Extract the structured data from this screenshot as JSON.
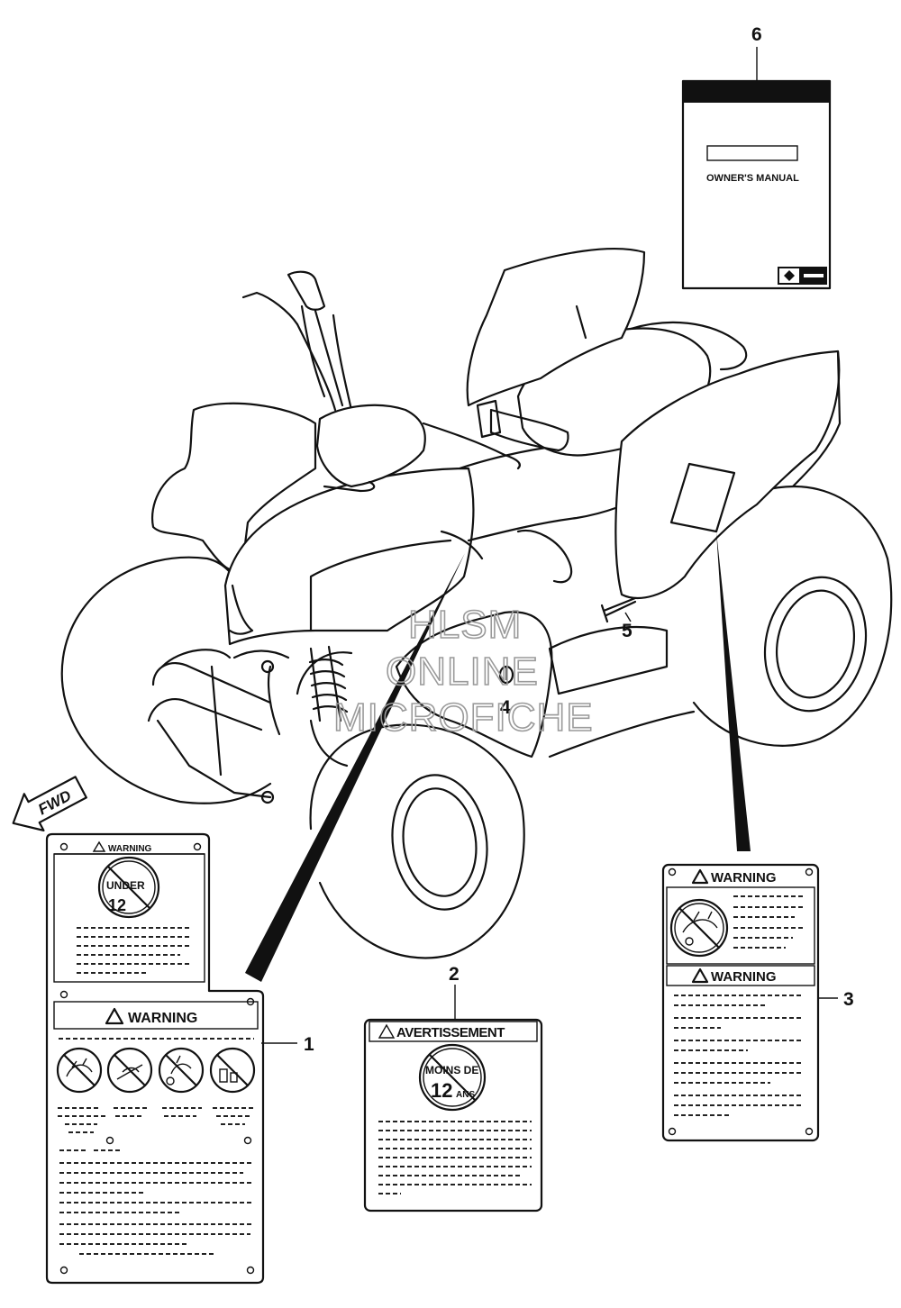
{
  "callouts": [
    "1",
    "2",
    "3",
    "4",
    "5",
    "6"
  ],
  "fwd_label": "FWD",
  "manual": {
    "title": "OWNER'S MANUAL",
    "brand_mark": "suzuki-logo"
  },
  "label1": {
    "upper_heading": "WARNING",
    "badge_line1": "UNDER",
    "badge_line2": "12",
    "lower_heading": "WARNING",
    "icons": [
      "no-passenger-icon",
      "no-paved-road-icon",
      "no-alcohol-drugs-icon",
      "no-riding-without-helmet-icon"
    ]
  },
  "label2": {
    "heading": "AVERTISSEMENT",
    "badge_line1": "MOINS DE",
    "badge_num": "12",
    "badge_unit": "ANS"
  },
  "label3": {
    "upper_heading": "WARNING",
    "lower_heading": "WARNING",
    "icon": "no-passenger-icon"
  },
  "watermark": [
    "HLSM",
    "ONLINE",
    "MICROFICHE"
  ],
  "colors": {
    "ink": "#111111",
    "watermark": "#9a9a9a",
    "background": "#ffffff"
  }
}
